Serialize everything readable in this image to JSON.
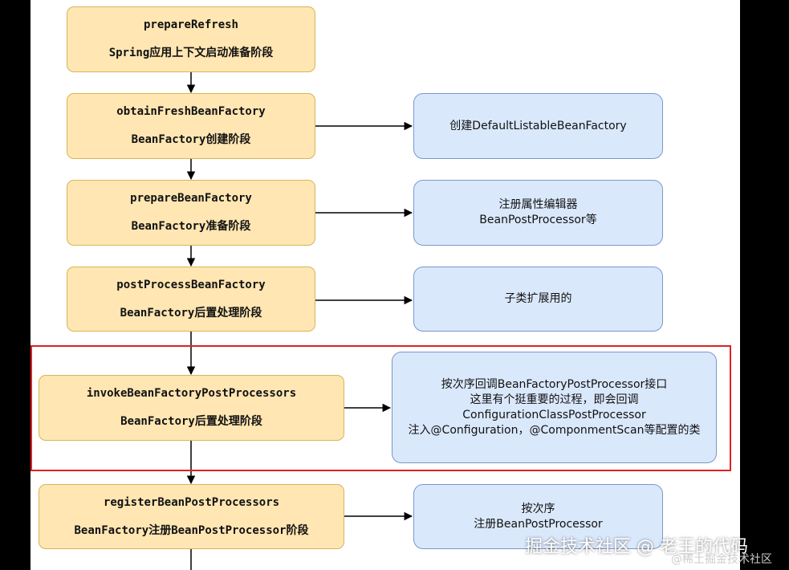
{
  "steps": [
    {
      "name": "prepareRefresh",
      "desc": "Spring应用上下文启动准备阶段"
    },
    {
      "name": "obtainFreshBeanFactory",
      "desc": "BeanFactory创建阶段"
    },
    {
      "name": "prepareBeanFactory",
      "desc": "BeanFactory准备阶段"
    },
    {
      "name": "postProcessBeanFactory",
      "desc": "BeanFactory后置处理阶段"
    },
    {
      "name": "invokeBeanFactoryPostProcessors",
      "desc": "BeanFactory后置处理阶段"
    },
    {
      "name": "registerBeanPostProcessors",
      "desc": "BeanFactory注册BeanPostProcessor阶段"
    }
  ],
  "notes": [
    {
      "lines": [
        "创建DefaultListableBeanFactory"
      ]
    },
    {
      "lines": [
        "注册属性编辑器",
        "BeanPostProcessor等"
      ]
    },
    {
      "lines": [
        "子类扩展用的"
      ]
    },
    {
      "lines": [
        "按次序回调BeanFactoryPostProcessor接口",
        "这里有个挺重要的过程，即会回调",
        "ConfigurationClassPostProcessor",
        "注入@Configuration，@ComponmentScan等配置的类"
      ]
    },
    {
      "lines": [
        "按次序",
        "注册BeanPostProcessor"
      ]
    }
  ],
  "watermark": {
    "main": "掘金技术社区 @ 老王的代码",
    "sub": "@稀土掘金技术社区"
  },
  "colors": {
    "step_fill": "#ffe6b3",
    "step_border": "#d6b656",
    "note_fill": "#dae8fc",
    "note_border": "#7a98c8",
    "highlight": "#dd2222"
  }
}
